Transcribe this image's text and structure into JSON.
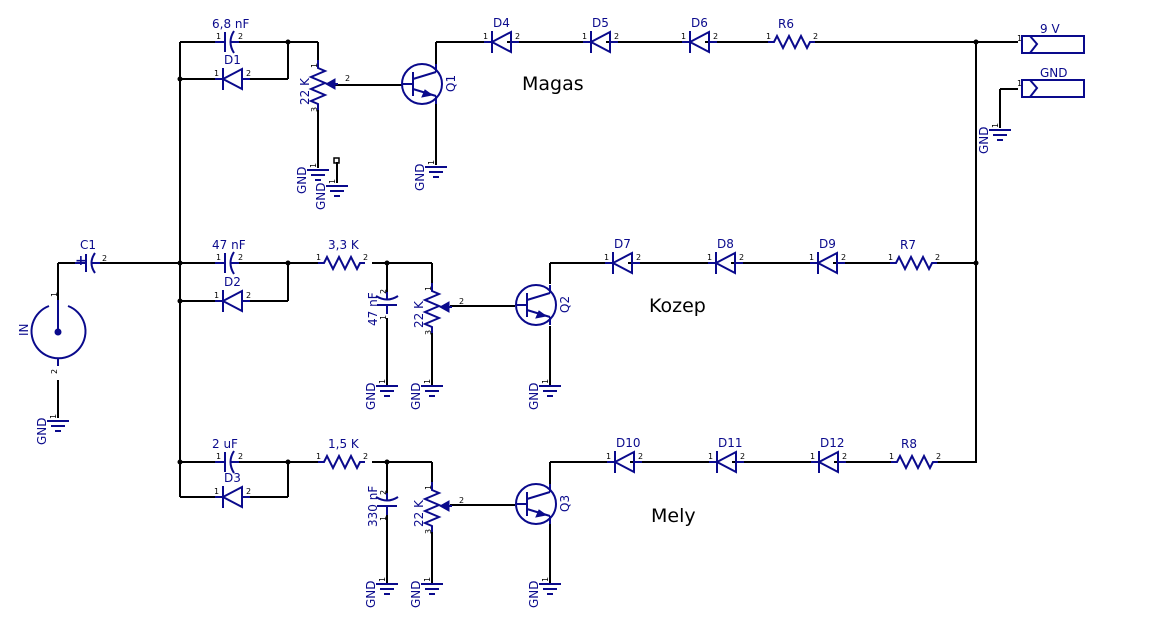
{
  "schematic": {
    "title_labels": {
      "high": "Magas",
      "mid": "Kozep",
      "low": "Mely"
    },
    "connectors": {
      "vcc": "9  V",
      "gnd": "GND"
    },
    "input": {
      "jack": "IN",
      "cap": "C1",
      "gnd": "GND"
    },
    "gnd": "GND",
    "pins": {
      "p1": "1",
      "p2": "2",
      "p3": "3"
    },
    "high": {
      "cap_value": "6,8  nF",
      "diode": "D1",
      "pot_value": "22  K",
      "transistor": "Q1",
      "leds": [
        "D4",
        "D5",
        "D6"
      ],
      "resistor": "R6"
    },
    "mid": {
      "cap_value": "47  nF",
      "diode": "D2",
      "series_res": "3,3  K",
      "shunt_cap": "47  nF",
      "pot_value": "22  K",
      "transistor": "Q2",
      "leds": [
        "D7",
        "D8",
        "D9"
      ],
      "resistor": "R7"
    },
    "low": {
      "cap_value": "2  uF",
      "diode": "D3",
      "series_res": "1,5  K",
      "shunt_cap": "330  nF",
      "pot_value": "22  K",
      "transistor": "Q3",
      "leds": [
        "D10",
        "D11",
        "D12"
      ],
      "resistor": "R8"
    },
    "colors": {
      "wire": "#000000",
      "symbol": "#0a0a8c",
      "background": "#ffffff"
    }
  }
}
